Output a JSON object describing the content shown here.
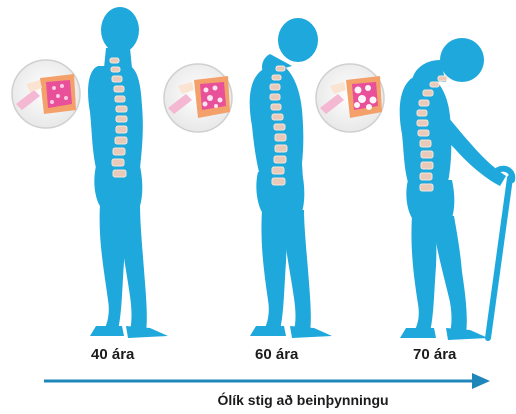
{
  "stages": [
    {
      "label": "40 ára"
    },
    {
      "label": "60 ára"
    },
    {
      "label": "70 ára"
    }
  ],
  "caption": "Ólík stig að beinþynningu",
  "colors": {
    "figure": "#1ea8dc",
    "arrow": "#1f86b9",
    "bone": "#f3a06a",
    "marrow": "#e8509a",
    "spine": "#e9c9b8"
  },
  "icons": [
    "bone-cross-section-icon",
    "walking-cane-icon",
    "timeline-arrow-icon"
  ]
}
